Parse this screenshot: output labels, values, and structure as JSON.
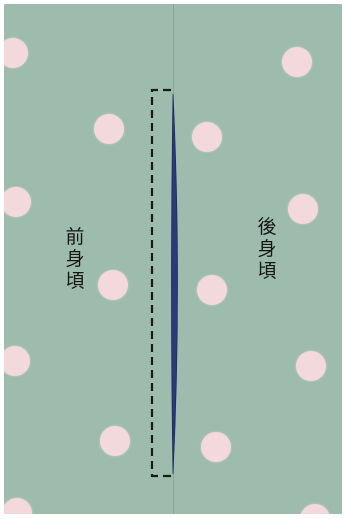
{
  "labels": {
    "front_body": "前身頃",
    "back_body": "後身頃"
  },
  "colors": {
    "fabric": "#9dbcae",
    "polka_dot": "#f3d9dc",
    "dart_stitch": "#2b3a78",
    "guide_dash": "#1a1a1a",
    "text": "#161616"
  },
  "icons": {
    "dart": "navy-stitched-dart",
    "guide": "dashed-bracket"
  }
}
